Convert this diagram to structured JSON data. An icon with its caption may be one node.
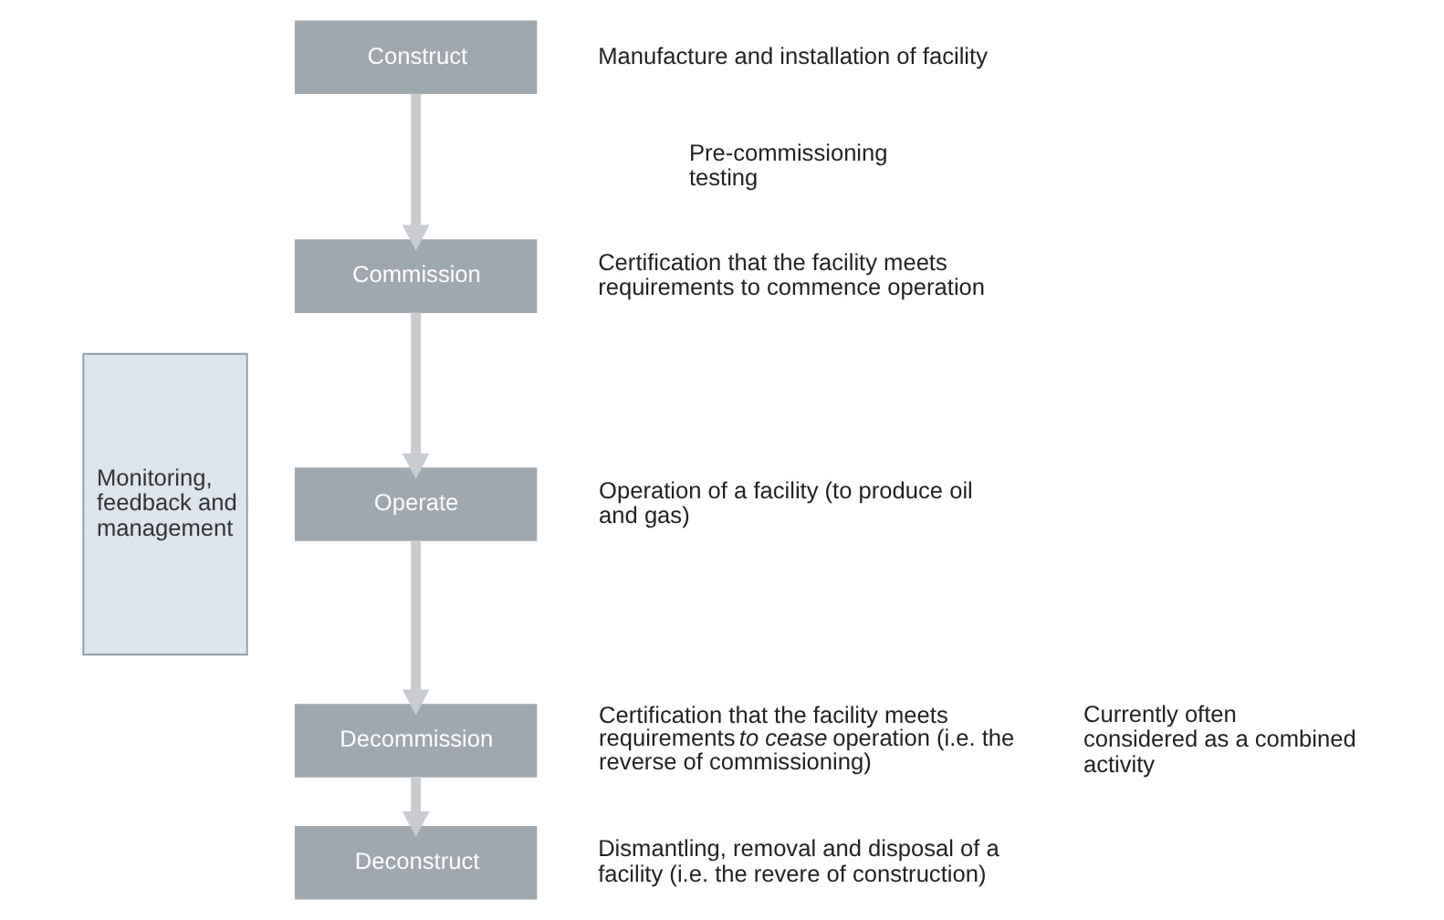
{
  "diagram": {
    "nodes": [
      {
        "text": [
          "Monitoring, feedback and management"
        ]
      },
      {
        "text": [
          "Construct"
        ],
        "beside": [
          "Manufacture and installation of facility"
        ]
      },
      {
        "text": [
          "Commission"
        ],
        "beside": [
          "Certification that the facility meets requirements to commence operation"
        ]
      },
      {
        "text": [
          "Operate"
        ],
        "beside": [
          "Operation of a facility (to produce oil and gas)"
        ]
      },
      {
        "text": [
          "Decommission"
        ],
        "beside": [
          "Certification that the facility meets requirements *to cease* operation (i.e. the reverse of commissioning)"
        ]
      },
      {
        "text": [
          "Deconstruct"
        ],
        "beside": [
          "Dismantling, removal and disposal of a facility (i.e. the revere of construction)"
        ]
      }
    ],
    "edges": [
      {
        "from": 1,
        "to": 2,
        "arrow": "to"
      },
      {
        "from": 2,
        "to": 3,
        "arrow": "to"
      },
      {
        "from": 3,
        "to": 4,
        "arrow": "to"
      },
      {
        "from": 4,
        "to": 5,
        "arrow": "to"
      }
    ],
    "labels": [
      "Pre-commissioning testing",
      "Currently often considered as a combined activity"
    ]
  }
}
